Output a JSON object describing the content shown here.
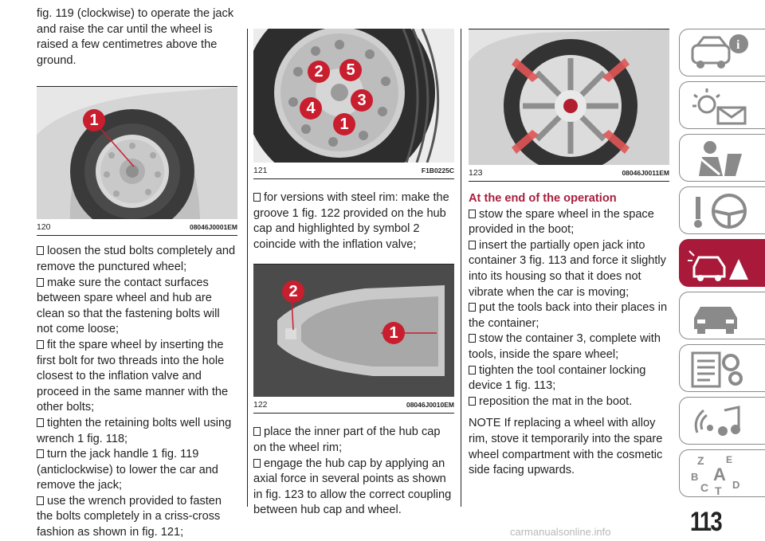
{
  "col1": {
    "intro": "fig. 119 (clockwise) to operate the jack and raise the car until the wheel is raised a few centimetres above the ground.",
    "fig120": {
      "number": "120",
      "code": "08046J0001EM",
      "badge": "1"
    },
    "bullets": [
      "loosen the stud bolts completely and remove the punctured wheel;",
      "make sure the contact surfaces between spare wheel and hub are clean so that the fastening bolts will not come loose;",
      "fit the spare wheel by inserting the first bolt for two threads into the hole closest to the inflation valve and proceed in the same manner with the other bolts;",
      "tighten the retaining bolts well using wrench 1 fig. 118;",
      "turn the jack handle 1 fig. 119 (anticlockwise) to lower the car and remove the jack;",
      "use the wrench provided to fasten the bolts completely in a criss-cross fashion as shown in fig. 121;"
    ]
  },
  "col2": {
    "fig121": {
      "number": "121",
      "code": "F1B0225C",
      "badges": [
        "2",
        "5",
        "3",
        "4",
        "1"
      ]
    },
    "bullet_a": "for versions with steel rim: make the groove 1 fig. 122 provided on the hub cap and highlighted by symbol 2 coincide with the inflation valve;",
    "fig122": {
      "number": "122",
      "code": "08046J0010EM",
      "badges": [
        "2",
        "1"
      ]
    },
    "bullets_b": [
      "place the inner part of the hub cap on the wheel rim;",
      "engage the hub cap by applying an axial force in several points as shown in fig. 123 to allow the correct coupling between hub cap and wheel."
    ]
  },
  "col3": {
    "fig123": {
      "number": "123",
      "code": "08046J0011EM"
    },
    "heading": "At the end of the operation",
    "bullets": [
      "stow the spare wheel in the space provided in the boot;",
      "insert the partially open jack into container 3 fig. 113 and force it slightly into its housing so that it does not vibrate when the car is moving;",
      "put the tools back into their places in the container;",
      "stow the container 3, complete with tools, inside the spare wheel;",
      "tighten the tool container locking device 1 fig. 113;",
      "reposition the mat in the boot."
    ],
    "note": "NOTE If replacing a wheel with alloy rim, stove it temporarily into the spare wheel compartment with the cosmetic side facing upwards."
  },
  "sidebar": {
    "tabs": [
      {
        "icon": "car-info-icon",
        "active": false
      },
      {
        "icon": "warning-lights-icon",
        "active": false
      },
      {
        "icon": "safety-seatbelt-icon",
        "active": false
      },
      {
        "icon": "steering-wheel-icon",
        "active": false
      },
      {
        "icon": "emergency-icon",
        "active": true
      },
      {
        "icon": "car-maintenance-icon",
        "active": false
      },
      {
        "icon": "technical-data-icon",
        "active": false
      },
      {
        "icon": "multimedia-icon",
        "active": false
      },
      {
        "icon": "index-icon",
        "active": false
      }
    ],
    "index_letters": [
      "Z",
      "E",
      "B",
      "A",
      "C",
      "D",
      "T"
    ],
    "active_color": "#a8193a"
  },
  "page_number": "113",
  "watermark": "carmanualsonline.info"
}
